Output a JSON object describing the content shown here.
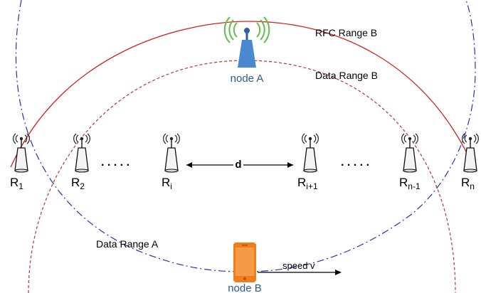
{
  "labels": {
    "rfc_range_b": "RFC Range B",
    "data_range_b": "Data Range B",
    "data_range_a": "Data Range A",
    "node_a": "node A",
    "node_b": "node B",
    "distance": "d",
    "speed": "speed v",
    "ellipsis_left": ". . . . .",
    "ellipsis_right": ". . . . ."
  },
  "relays": [
    {
      "base": "R",
      "sub": "1"
    },
    {
      "base": "R",
      "sub": "2"
    },
    {
      "base": "R",
      "sub": "i"
    },
    {
      "base": "R",
      "sub": "i+1"
    },
    {
      "base": "R",
      "sub": "n-1"
    },
    {
      "base": "R",
      "sub": "n"
    }
  ],
  "colors": {
    "rfc_range": "#d42020",
    "data_range_b": "#c43030",
    "data_range_a": "#2233bb",
    "node_a": "#4a88d0",
    "node_a_waves": "#5fbf4a",
    "node_b": "#ef7d1c",
    "node_label": "#2e5a8a"
  },
  "icons": {
    "node_a": "tower-antenna-icon",
    "node_b": "smartphone-icon",
    "relay": "relay-antenna-icon"
  }
}
